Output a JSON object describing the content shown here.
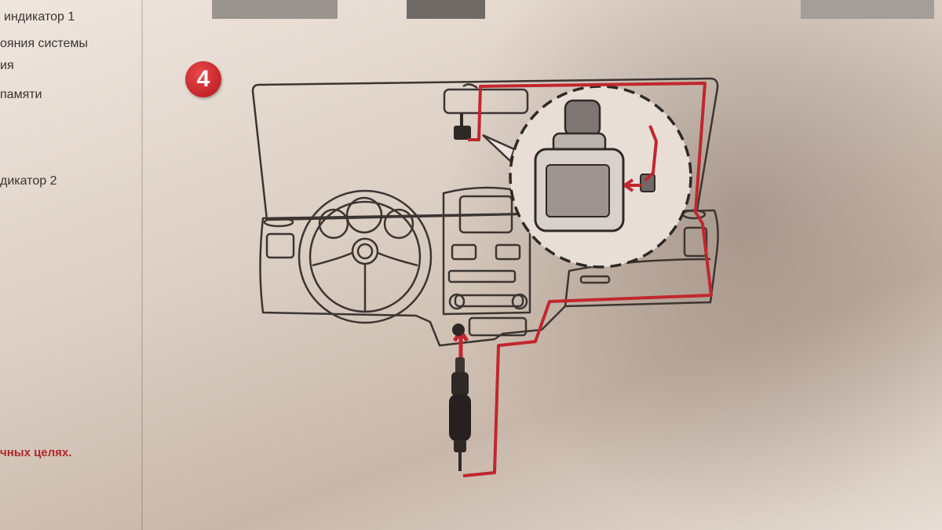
{
  "left_text": {
    "line1": "индикатор 1",
    "line2": "ояния системы",
    "line3": "ия",
    "line4": "памяти",
    "line5": "дикатор 2",
    "footer": "чных целях."
  },
  "step": {
    "number": "4"
  },
  "colors": {
    "cable": "#c1272d",
    "line": "#3d3531",
    "badge": "#c81f25"
  }
}
